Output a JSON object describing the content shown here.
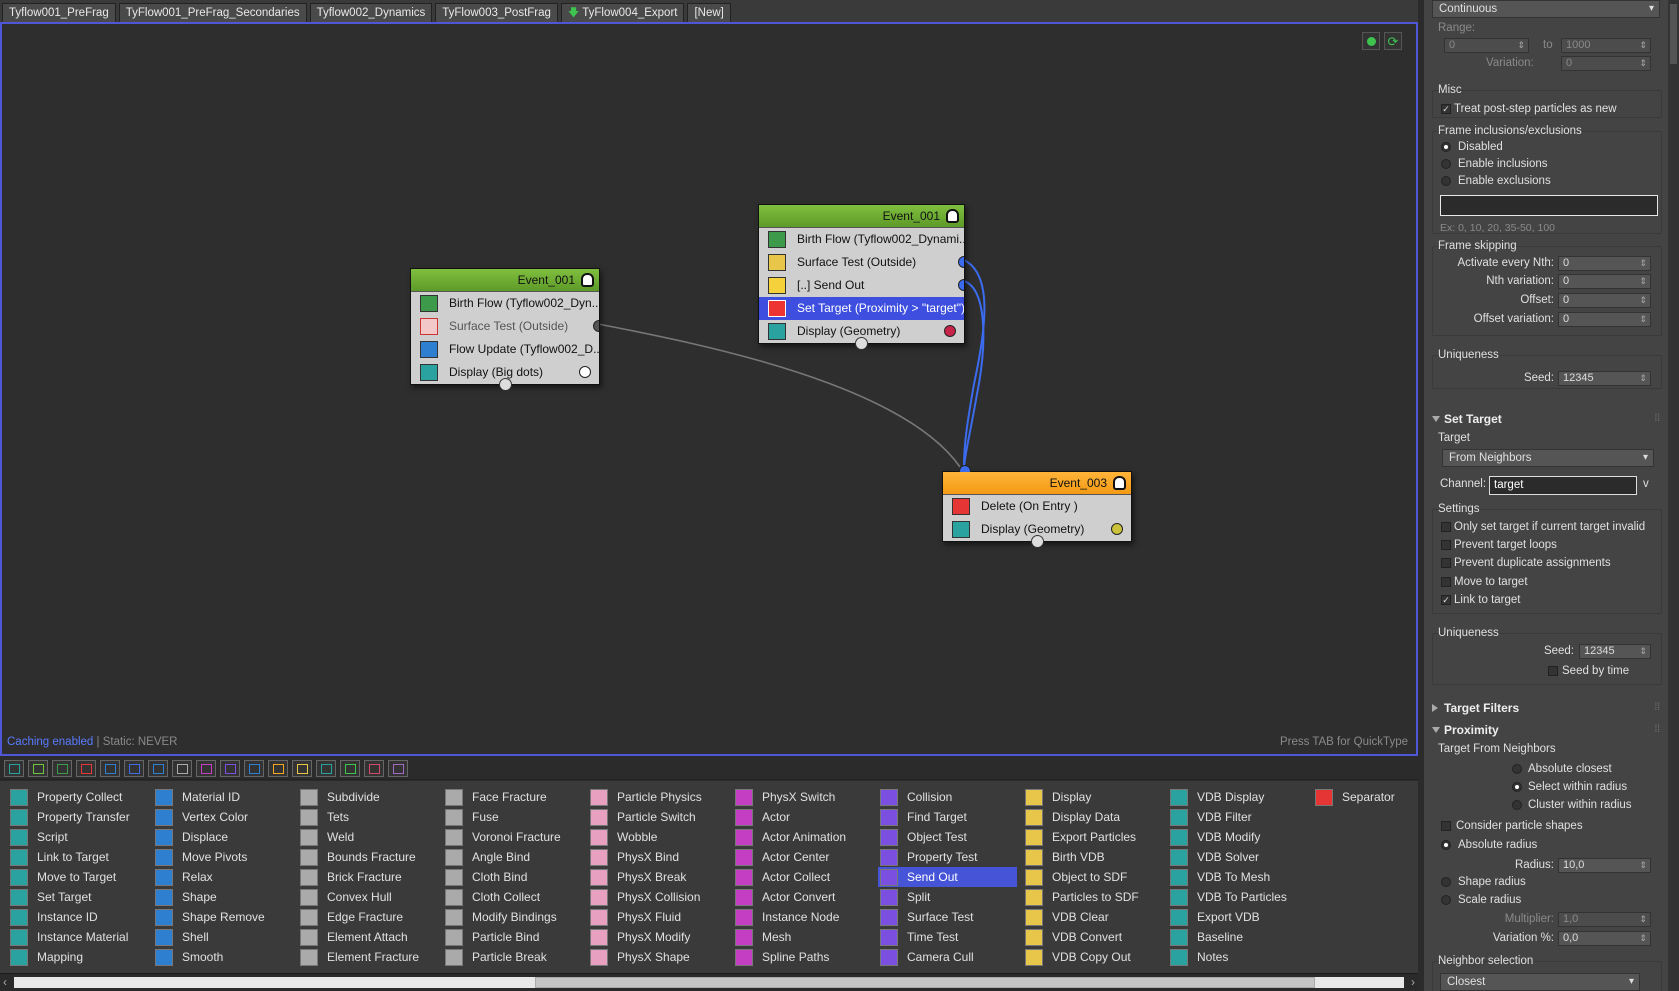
{
  "tabs": [
    {
      "label": "Tyflow001_PreFrag",
      "icon": ""
    },
    {
      "label": "TyFlow001_PreFrag_Secondaries",
      "icon": ""
    },
    {
      "label": "Tyflow002_Dynamics",
      "icon": ""
    },
    {
      "label": "TyFlow003_PostFrag",
      "icon": ""
    },
    {
      "label": "TyFlow004_Export",
      "icon": "down-arrow-icon"
    },
    {
      "label": "[New]",
      "icon": ""
    }
  ],
  "canvas": {
    "status_prefix": "Caching enabled",
    "status_sep": " | ",
    "status_suffix": "Static: NEVER",
    "hint": "Press TAB for QuickType"
  },
  "nodes": {
    "left": {
      "title": "Event_001",
      "ops": [
        "Birth Flow (Tyflow002_Dyn...",
        "Surface Test (Outside)",
        "Flow Update (Tyflow002_D...",
        "Display (Big dots)"
      ]
    },
    "mid": {
      "title": "Event_001",
      "ops": [
        "Birth Flow (Tyflow002_Dynami...",
        "Surface Test (Outside)",
        "[..] Send Out",
        "Set Target (Proximity > \"target\")",
        "Display (Geometry)"
      ]
    },
    "right": {
      "title": "Event_003",
      "ops": [
        "Delete (On Entry )",
        "Display (Geometry)"
      ]
    }
  },
  "oplist": [
    "Property Collect",
    "Property Transfer",
    "Script",
    "Link to Target",
    "Move to Target",
    "Set Target",
    "Instance ID",
    "Instance Material",
    "Mapping",
    "Material ID",
    "Vertex Color",
    "Displace",
    "Move Pivots",
    "Relax",
    "Shape",
    "Shape Remove",
    "Shell",
    "Smooth",
    "Subdivide",
    "Tets",
    "Weld",
    "Bounds Fracture",
    "Brick Fracture",
    "Convex Hull",
    "Edge Fracture",
    "Element Attach",
    "Element Fracture",
    "Face Fracture",
    "Fuse",
    "Voronoi Fracture",
    "Angle Bind",
    "Cloth Bind",
    "Cloth Collect",
    "Modify Bindings",
    "Particle Bind",
    "Particle Break",
    "Particle Physics",
    "Particle Switch",
    "Wobble",
    "PhysX Bind",
    "PhysX Break",
    "PhysX Collision",
    "PhysX Fluid",
    "PhysX Modify",
    "PhysX Shape",
    "PhysX Switch",
    "Actor",
    "Actor Animation",
    "Actor Center",
    "Actor Collect",
    "Actor Convert",
    "Instance Node",
    "Mesh",
    "Spline Paths",
    "Collision",
    "Find Target",
    "Object Test",
    "Property Test",
    "Send Out",
    "Split",
    "Surface Test",
    "Time Test",
    "Camera Cull",
    "Display",
    "Display Data",
    "Export Particles",
    "Birth VDB",
    "Object to SDF",
    "Particles to SDF",
    "VDB Clear",
    "VDB Convert",
    "VDB Copy Out",
    "VDB Display",
    "VDB Filter",
    "VDB Modify",
    "VDB Solver",
    "VDB To Mesh",
    "VDB To Particles",
    "Export VDB",
    "Baseline",
    "Notes",
    "Separator"
  ],
  "oplist_selected": "Send Out",
  "panel": {
    "top_dropdown": "Continuous",
    "range_label": "Range:",
    "range_from": "0",
    "range_to_label": "to",
    "range_to": "1000",
    "variation_label": "Variation:",
    "variation": "0",
    "misc_title": "Misc",
    "misc_treat": "Treat post-step particles as new",
    "frame_incl_title": "Frame inclusions/exclusions",
    "fi_disabled": "Disabled",
    "fi_incl": "Enable inclusions",
    "fi_excl": "Enable exclusions",
    "fi_hint": "Ex: 0, 10, 20, 35-50, 100",
    "skip_title": "Frame skipping",
    "skip_nth_label": "Activate every Nth:",
    "skip_nth": "0",
    "skip_nthvar_label": "Nth variation:",
    "skip_nthvar": "0",
    "skip_offset_label": "Offset:",
    "skip_offset": "0",
    "skip_offvar_label": "Offset variation:",
    "skip_offvar": "0",
    "uniq1_title": "Uniqueness",
    "seed_label": "Seed:",
    "seed1": "12345",
    "set_target_title": "Set Target",
    "target_label": "Target",
    "target_value": "From Neighbors",
    "channel_label": "Channel:",
    "channel_value": "target",
    "channel_v": "v",
    "settings_title": "Settings",
    "s1": "Only set target if current target invalid",
    "s2": "Prevent target loops",
    "s3": "Prevent duplicate assignments",
    "s4": "Move to target",
    "s5": "Link to target",
    "uniq2_title": "Uniqueness",
    "seed2": "12345",
    "seed_by_time": "Seed by time",
    "target_filters_title": "Target Filters",
    "proximity_title": "Proximity",
    "tfn_title": "Target From Neighbors",
    "p_abs_closest": "Absolute closest",
    "p_select_radius": "Select within radius",
    "p_cluster": "Cluster within radius",
    "p_consider": "Consider particle shapes",
    "p_abs_radius": "Absolute radius",
    "radius_label": "Radius:",
    "radius": "10,0",
    "p_shape_radius": "Shape radius",
    "p_scale_radius": "Scale radius",
    "mult_label": "Multiplier:",
    "mult": "1,0",
    "varpct_label": "Variation %:",
    "varpct": "0,0",
    "neighbor_title": "Neighbor selection",
    "neighbor_value": "Closest"
  },
  "colors": {
    "accent": "#4f57d8",
    "wire_blue": "#3b6cf0",
    "green_head": "#6aa832",
    "orange_head": "#f7a425"
  }
}
